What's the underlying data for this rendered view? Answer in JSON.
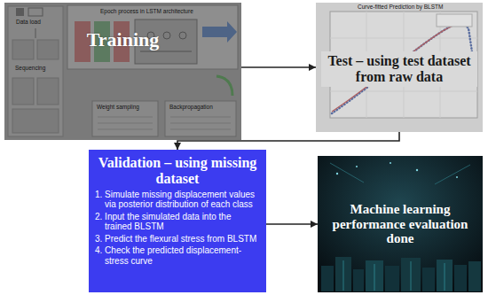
{
  "diagram": {
    "nodes": [
      {
        "text": [
          "Training"
        ]
      },
      {
        "text": [
          "Test – using test dataset from raw data"
        ]
      },
      {
        "text": [
          "Validation – using missing dataset",
          "1. Simulate missing displacement values via posterior distribution of each class",
          "2. Input the simulated data into the trained BLSTM",
          "3. Predict the flexural stress from BLSTM",
          "4. Check the predicted displacement-stress curve"
        ]
      },
      {
        "text": [
          "Machine learning performance evaluation done"
        ]
      }
    ],
    "edges": [
      {
        "from": 0,
        "to": 1,
        "arrow": "to"
      },
      {
        "from": 1,
        "to": 2,
        "arrow": "to"
      },
      {
        "from": 2,
        "to": 3,
        "arrow": "to"
      }
    ],
    "labels": [
      "Data load",
      "Epoch process in LSTM architecture",
      "Sequencing",
      "Weight sampling",
      "Backpropagation",
      "Curve-fitted Prediction by BLSTM"
    ]
  }
}
